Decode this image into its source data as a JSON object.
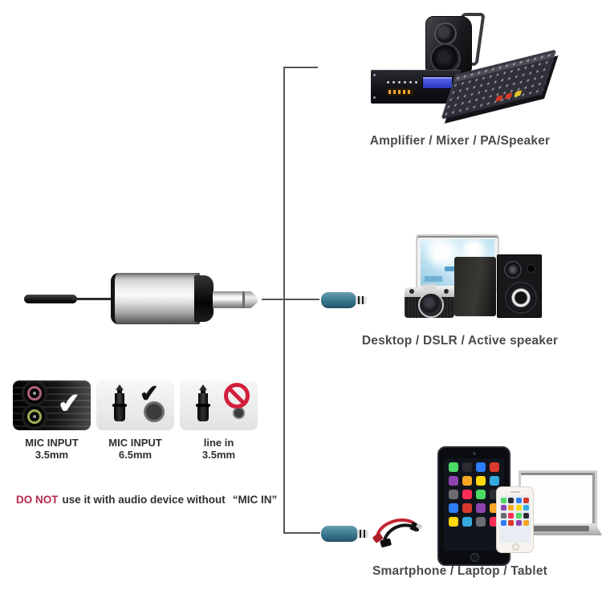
{
  "receiver": {
    "name": "uhf-wireless-receiver-6.35mm-plug"
  },
  "connections": [
    {
      "caption": "Amplifier / Mixer / PA/Speaker",
      "devices": [
        "pa-speaker",
        "rack-amplifier",
        "mixing-console"
      ],
      "adapter": "none"
    },
    {
      "caption": "Desktop / DSLR / Active speaker",
      "devices": [
        "desktop-monitor",
        "dslr-camera",
        "bookshelf-speakers"
      ],
      "adapter": "teal-6.35mm-to-3.5mm-adapter"
    },
    {
      "caption": "Smartphone / Laptop / Tablet",
      "devices": [
        "tablet",
        "smartphone",
        "laptop"
      ],
      "adapter": "teal-6.35mm-to-3.5mm-adapter + headset-splitter-cable"
    }
  ],
  "compatibility": {
    "tiles": [
      {
        "line1": "MIC INPUT",
        "line2": "3.5mm",
        "status": "supported"
      },
      {
        "line1": "MIC INPUT",
        "line2": "6.5mm",
        "status": "supported"
      },
      {
        "line1": "line in",
        "line2": "3.5mm",
        "status": "not-supported"
      }
    ]
  },
  "warning": {
    "emphasis": "DO NOT",
    "body": "use it with audio device without",
    "quoted": "“MIC IN”"
  },
  "glyphs": {
    "check": "✔"
  },
  "colors": {
    "adapter_teal": "#3f7e94",
    "warning_red": "#b5294e",
    "prohibit_red": "#d21f3c",
    "line_gray": "#565656",
    "text_dark": "#2f2f2f",
    "caption_gray": "#4a4a4a"
  }
}
